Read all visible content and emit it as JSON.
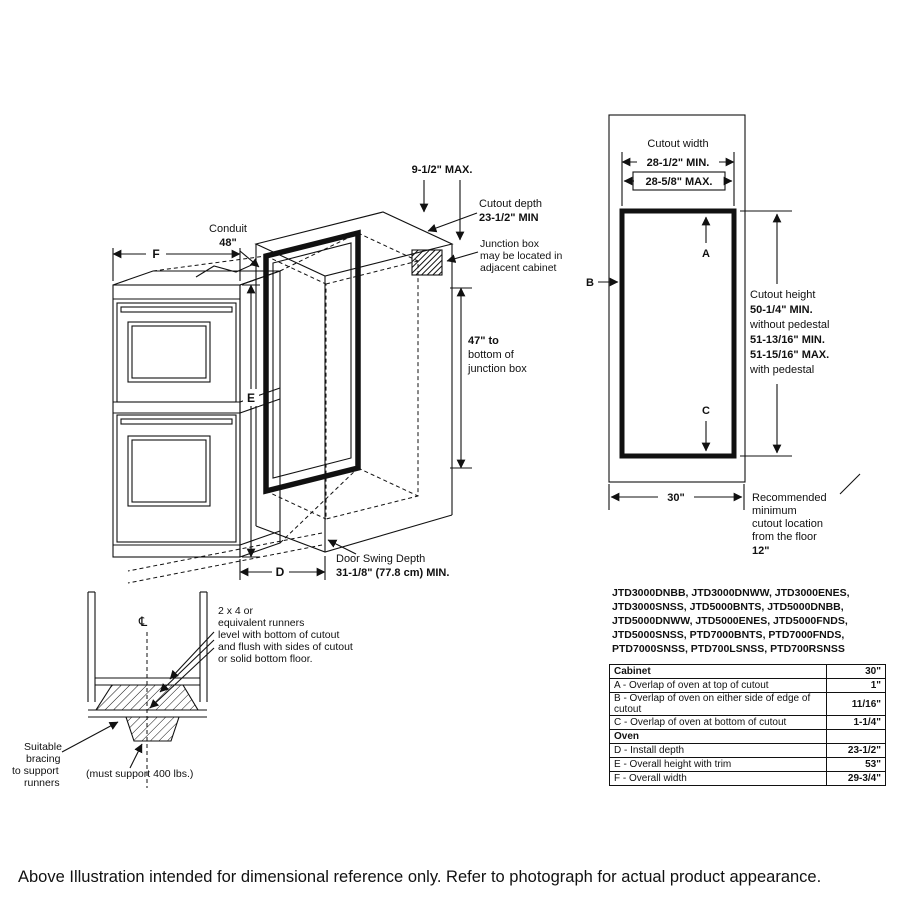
{
  "footer": "Above Illustration intended for dimensional reference only. Refer to photograph for actual product appearance.",
  "iso": {
    "f": "F",
    "e": "E",
    "d": "D",
    "conduit_1": "Conduit",
    "conduit_2": "48\"",
    "top_max": "9-1/2\" MAX.",
    "cutout_depth_1": "Cutout depth",
    "cutout_depth_2": "23-1/2\" MIN",
    "junction_1": "Junction box",
    "junction_2": "may be located in",
    "junction_3": "adjacent cabinet",
    "jb47_1": "47\" to",
    "jb47_2": "bottom of",
    "jb47_3": "junction box",
    "door_swing_1": "Door Swing Depth",
    "door_swing_2": "31-1/8\" (77.8 cm) MIN."
  },
  "runners": {
    "centerline_symbol": "℄",
    "note_1": "2 x 4 or",
    "note_2": "equivalent runners",
    "note_3": "level with bottom of cutout",
    "note_4": "and flush with sides of cutout",
    "note_5": "or solid bottom floor.",
    "bracing_1": "Suitable",
    "bracing_2": "bracing",
    "bracing_3": "to support",
    "bracing_4": "runners",
    "support_note": "(must support 400 lbs.)"
  },
  "cutout": {
    "width_label": "Cutout width",
    "width_min": "28-1/2\" MIN.",
    "width_max": "28-5/8\" MAX.",
    "a": "A",
    "b": "B",
    "c": "C",
    "height_label": "Cutout height",
    "height_min_1": "50-1/4\" MIN.",
    "height_note_1": "without pedestal",
    "height_min_2": "51-13/16\" MIN.",
    "height_max_2": "51-15/16\" MAX.",
    "height_note_2": "with pedestal",
    "bottom_width": "30\"",
    "rec_1": "Recommended",
    "rec_2": "minimum",
    "rec_3": "cutout location",
    "rec_4": "from the floor",
    "rec_5": "12\""
  },
  "models": {
    "lines": [
      "JTD3000DNBB, JTD3000DNWW, JTD3000ENES,",
      "JTD3000SNSS, JTD5000BNTS, JTD5000DNBB,",
      "JTD5000DNWW, JTD5000ENES, JTD5000FNDS,",
      "JTD5000SNSS, PTD7000BNTS, PTD7000FNDS,",
      "PTD7000SNSS, PTD700LSNSS, PTD700RSNSS"
    ]
  },
  "spec_table": {
    "rows": [
      {
        "label": "Cabinet",
        "value": "30\""
      },
      {
        "label": "A - Overlap of oven at top of cutout",
        "value": "1\""
      },
      {
        "label": "B - Overlap of oven on either side of edge of cutout",
        "value": "11/16\""
      },
      {
        "label": "C - Overlap of oven at bottom of cutout",
        "value": "1-1/4\""
      },
      {
        "label": "Oven",
        "value": ""
      },
      {
        "label": "D - Install depth",
        "value": "23-1/2\""
      },
      {
        "label": "E - Overall height with trim",
        "value": "53\""
      },
      {
        "label": "F - Overall width",
        "value": "29-3/4\""
      }
    ]
  }
}
